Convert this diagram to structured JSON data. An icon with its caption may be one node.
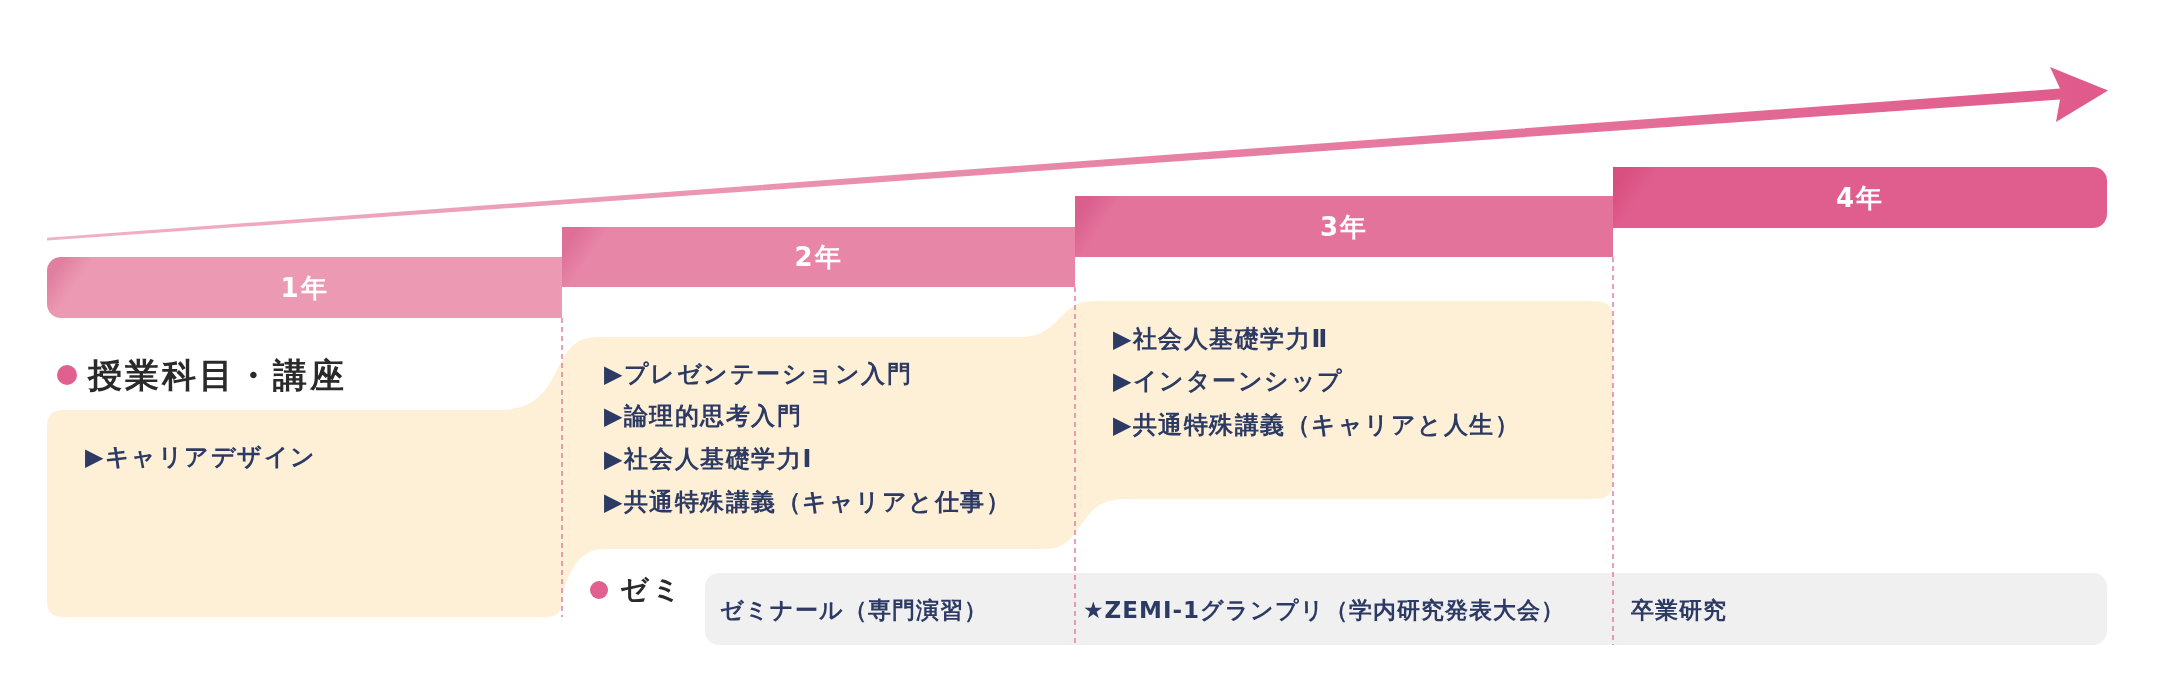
{
  "diagram": {
    "nodes": [
      {
        "text": [
          "1年"
        ]
      },
      {
        "text": [
          "2年"
        ]
      },
      {
        "text": [
          "3年"
        ]
      },
      {
        "text": [
          "4年"
        ]
      },
      {
        "text": [
          "授業科目・講座",
          "▶キャリアデザイン",
          "▶プレゼンテーション入門",
          "▶論理的思考入門",
          "▶社会人基礎学力Ⅰ",
          "▶共通特殊講義（キャリアと仕事）",
          "▶社会人基礎学力Ⅱ",
          "▶インターンシップ",
          "▶共通特殊講義（キャリアと人生）"
        ]
      },
      {
        "text": [
          "ゼミ",
          "ゼミナール（専門演習）",
          "★ZEMI-1グランプリ（学内研究発表大会）",
          "卒業研究"
        ]
      }
    ]
  }
}
